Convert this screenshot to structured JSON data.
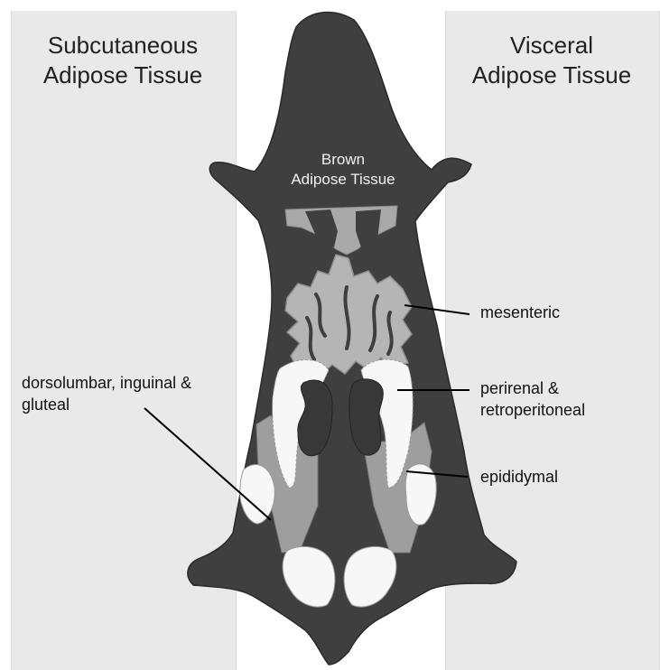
{
  "titles": {
    "subcutaneous_line1": "Subcutaneous",
    "subcutaneous_line2": "Adipose Tissue",
    "visceral_line1": "Visceral",
    "visceral_line2": "Adipose Tissue",
    "brown_line1": "Brown",
    "brown_line2": "Adipose Tissue"
  },
  "labels": {
    "mesenteric": "mesenteric",
    "perirenal_line1": "perirenal &",
    "perirenal_line2": "retroperitoneal",
    "epididymal": "epididymal",
    "dorsolumbar_line1": "dorsolumbar, inguinal &",
    "dorsolumbar_line2": "gluteal"
  },
  "colors": {
    "panel_background": "#e9e9e9",
    "body": "#3f3f3f",
    "brown_fat": "#a9a9a9",
    "mesenteric_fat": "#b5b5b5",
    "white_fat": "#f7f7f7",
    "kidney": "#383838"
  }
}
